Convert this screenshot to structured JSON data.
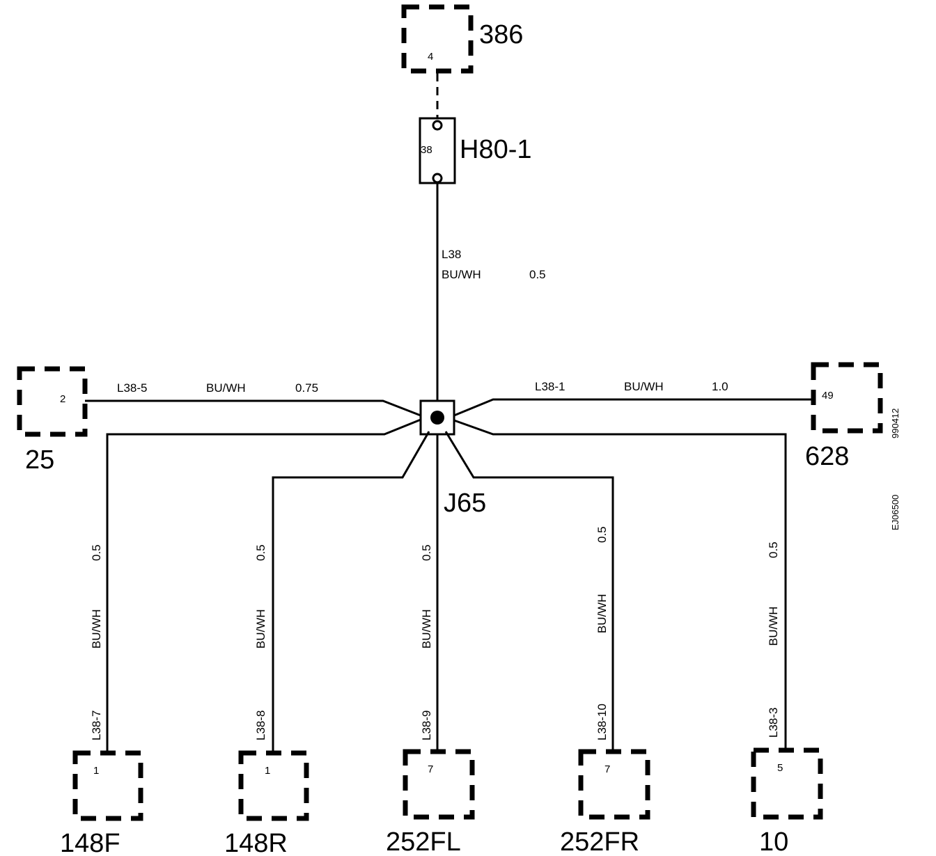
{
  "components": {
    "c386": {
      "label": "386",
      "pin": "4"
    },
    "h80": {
      "label": "H80-1",
      "pin": "38"
    },
    "c25": {
      "label": "25",
      "pin": "2"
    },
    "c628": {
      "label": "628",
      "pin": "49"
    },
    "j65": {
      "label": "J65"
    },
    "c148f": {
      "label": "148F",
      "pin": "1"
    },
    "c148r": {
      "label": "148R",
      "pin": "1"
    },
    "c252fl": {
      "label": "252FL",
      "pin": "7"
    },
    "c252fr": {
      "label": "252FR",
      "pin": "7"
    },
    "c10": {
      "label": "10",
      "pin": "5"
    }
  },
  "wires": {
    "l38": {
      "id": "L38",
      "color": "BU/WH",
      "size": "0.5"
    },
    "l38_5": {
      "id": "L38-5",
      "color": "BU/WH",
      "size": "0.75"
    },
    "l38_1": {
      "id": "L38-1",
      "color": "BU/WH",
      "size": "1.0"
    },
    "l38_7": {
      "id": "L38-7",
      "color": "BU/WH",
      "size": "0.5"
    },
    "l38_8": {
      "id": "L38-8",
      "color": "BU/WH",
      "size": "0.5"
    },
    "l38_9": {
      "id": "L38-9",
      "color": "BU/WH",
      "size": "0.5"
    },
    "l38_10": {
      "id": "L38-10",
      "color": "BU/WH",
      "size": "0.5"
    },
    "l38_3": {
      "id": "L38-3",
      "color": "BU/WH",
      "size": "0.5"
    }
  },
  "margin_codes": {
    "date": "990412",
    "figure": "EJ06500"
  }
}
